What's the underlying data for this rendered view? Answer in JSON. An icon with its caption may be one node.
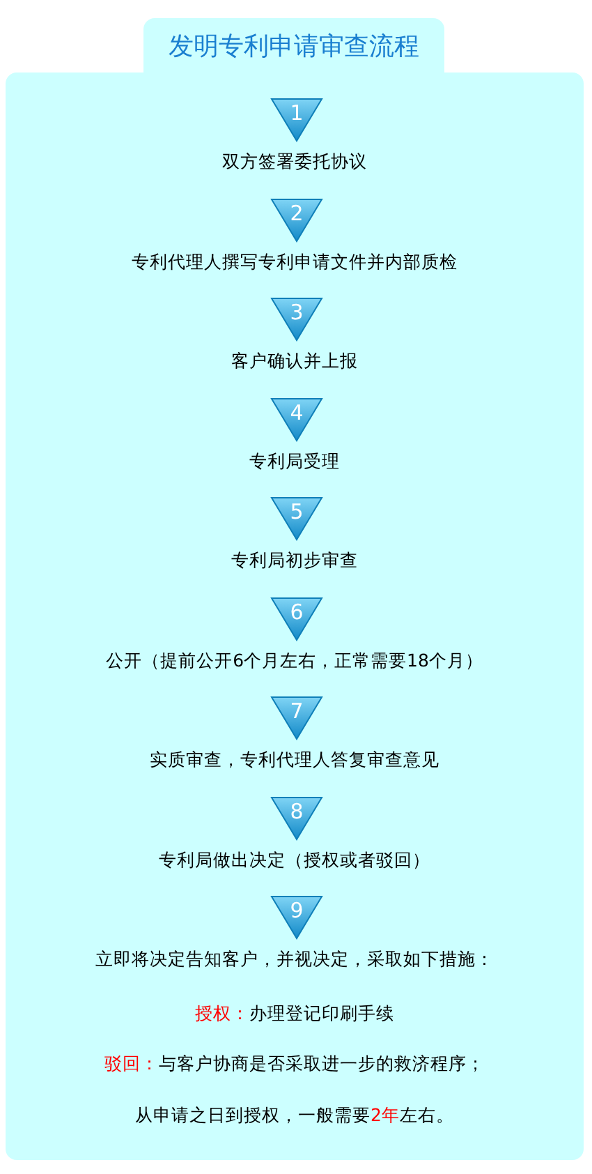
{
  "diagram": {
    "title": "发明专利申请审查流程",
    "nodes": [
      {
        "text": [],
        "shape": "box"
      },
      {
        "text": [
          "1"
        ],
        "in": 0,
        "beside": [
          "双方签署委托协议"
        ]
      },
      {
        "text": [
          "2"
        ],
        "in": 0,
        "beside": [
          "专利代理人撰写专利申请文件并内部质检"
        ]
      },
      {
        "text": [
          "3"
        ],
        "in": 0,
        "beside": [
          "客户确认并上报"
        ]
      },
      {
        "text": [
          "4"
        ],
        "in": 0,
        "beside": [
          "专利局受理"
        ]
      },
      {
        "text": [
          "5"
        ],
        "in": 0,
        "beside": [
          "专利局初步审查"
        ]
      },
      {
        "text": [
          "6"
        ],
        "in": 0,
        "beside": [
          "公开（提前公开6个月左右，正常需要18个月）"
        ]
      },
      {
        "text": [
          "7"
        ],
        "in": 0,
        "beside": [
          "实质审查，专利代理人答复审查意见"
        ]
      },
      {
        "text": [
          "8"
        ],
        "in": 0,
        "beside": [
          "专利局做出决定（授权或者驳回）"
        ]
      },
      {
        "text": [
          "9"
        ],
        "in": 0,
        "beside": [
          "立即将决定告知客户，并视决定，采取如下措施："
        ]
      }
    ],
    "labels": [
      "授权：",
      "办理登记印刷手续",
      "驳回：",
      "与客户协商是否采取进一步的救济程序；",
      "从申请之日到授权，一般需要",
      "2年",
      "左右。"
    ]
  }
}
